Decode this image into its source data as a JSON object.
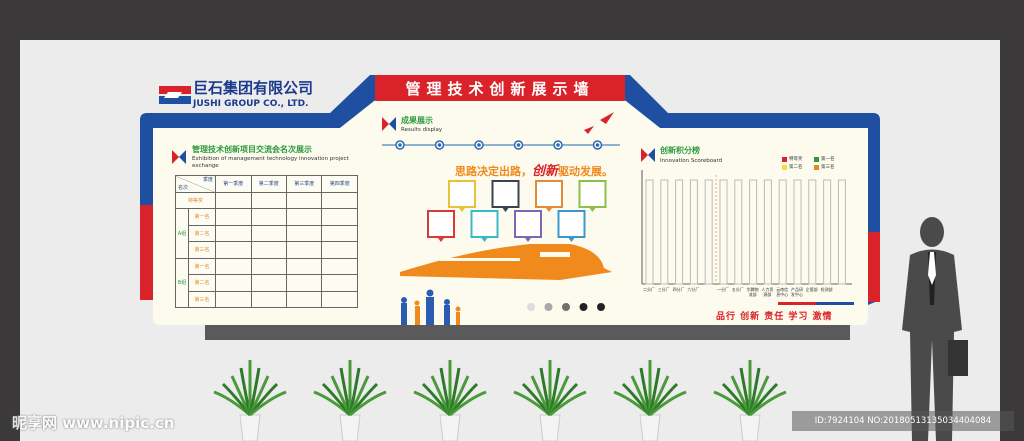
{
  "header": {
    "title": "管理技术创新展示墙",
    "logo_cn": "巨石集团有限公司",
    "logo_en": "JUSHI GROUP CO., LTD."
  },
  "left_section": {
    "title_cn": "管理技术创新项目交流会名次展示",
    "title_en": "Exhibition of management technology innovation project exchange",
    "table": {
      "corner_top": "季度",
      "corner_bottom": "名次",
      "columns": [
        "第一季度",
        "第二季度",
        "第三季度",
        "第四季度"
      ],
      "special": "特等奖",
      "group_a": "A组",
      "group_b": "B组",
      "ranks": [
        "第一名",
        "第二名",
        "第三名"
      ]
    }
  },
  "middle_section": {
    "title_cn": "成果展示",
    "title_en": "Results display",
    "slogan_pre": "思路决定出路，",
    "slogan_hl": "创新",
    "slogan_post": "驱动发展。",
    "frame_colors": [
      "#e6c43a",
      "#3c4350",
      "#e08a3a",
      "#8cc04a",
      "#d9383a",
      "#3ab8c8",
      "#7b68b0",
      "#3a98d0"
    ],
    "dot_colors": [
      "#dcdcdc",
      "#a8a8a8",
      "#707070",
      "#222222",
      "#222222"
    ],
    "timeline_points": 6
  },
  "right_section": {
    "title_cn": "创新积分榜",
    "title_en": "Innovation Scoreboard",
    "legend": [
      {
        "label": "特等奖",
        "color": "#d9222a"
      },
      {
        "label": "第一名",
        "color": "#2d9a3e"
      },
      {
        "label": "第二名",
        "color": "#f0e040"
      },
      {
        "label": "第三名",
        "color": "#e08a20"
      }
    ],
    "x_labels": [
      "二分厂",
      "三分厂",
      "四分厂",
      "六分厂",
      "",
      "一分厂",
      "五分厂",
      "华腾物流部",
      "人力资源部",
      "云南信息中心",
      "产品研发中心",
      "企管部",
      "检测部",
      ""
    ],
    "motto": "品行 创新 责任 学习 激情"
  },
  "watermark": {
    "left": "昵享网 www.nipic.cn",
    "right": "ID:7924104 NO:20180513135034404084"
  },
  "colors": {
    "blue": "#1e4fa0",
    "red": "#d9222a",
    "cream": "#fdfbee"
  }
}
